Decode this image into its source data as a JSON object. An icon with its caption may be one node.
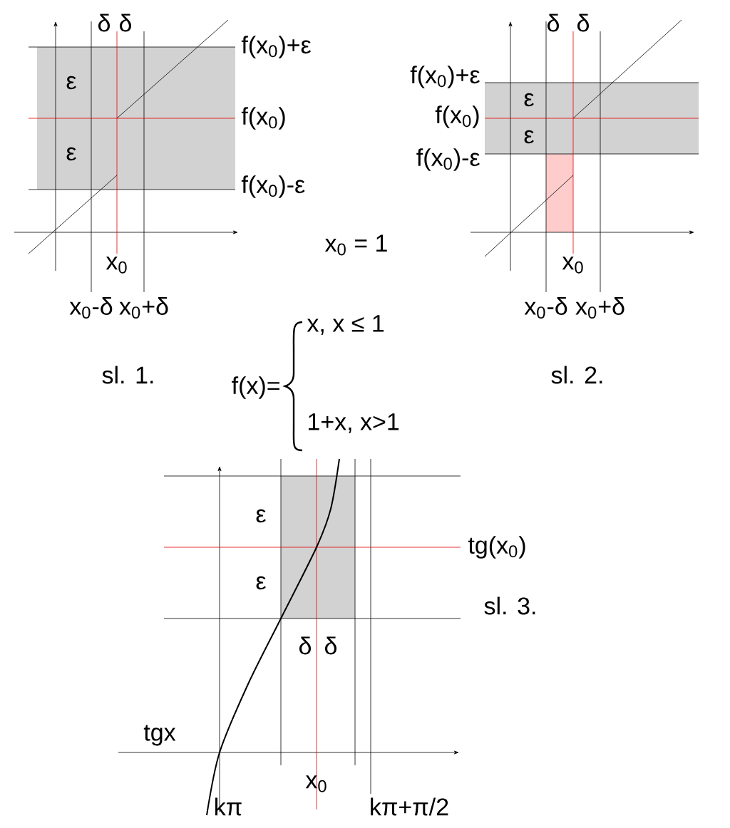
{
  "diagram": {
    "labels": [
      "δ",
      "δ",
      "f(x$_{0}$)+ε",
      "ε",
      "f(x$_{0}$)",
      "ε",
      "f(x$_{0}$)-ε",
      "x$_{0}$",
      "x$_{0}$-δ",
      "x$_{0}$+δ",
      "sl. 1.",
      "x$_{0}$ = 1",
      "f(x)=",
      "x, x ≤ 1",
      "1+x, x>1",
      "δ",
      "δ",
      "f(x$_{0}$)+ε",
      "f(x$_{0}$)",
      "ε",
      "ε",
      "f(x$_{0}$)-ε",
      "x$_{0}$",
      "x$_{0}$-δ",
      "x$_{0}$+δ",
      "sl. 2.",
      "ε",
      "tg(x$_{0}$)",
      "ε",
      "sl. 3.",
      "δ",
      "δ",
      "tgx",
      "x$_{0}$",
      "kπ",
      "kπ+π/2"
    ]
  }
}
